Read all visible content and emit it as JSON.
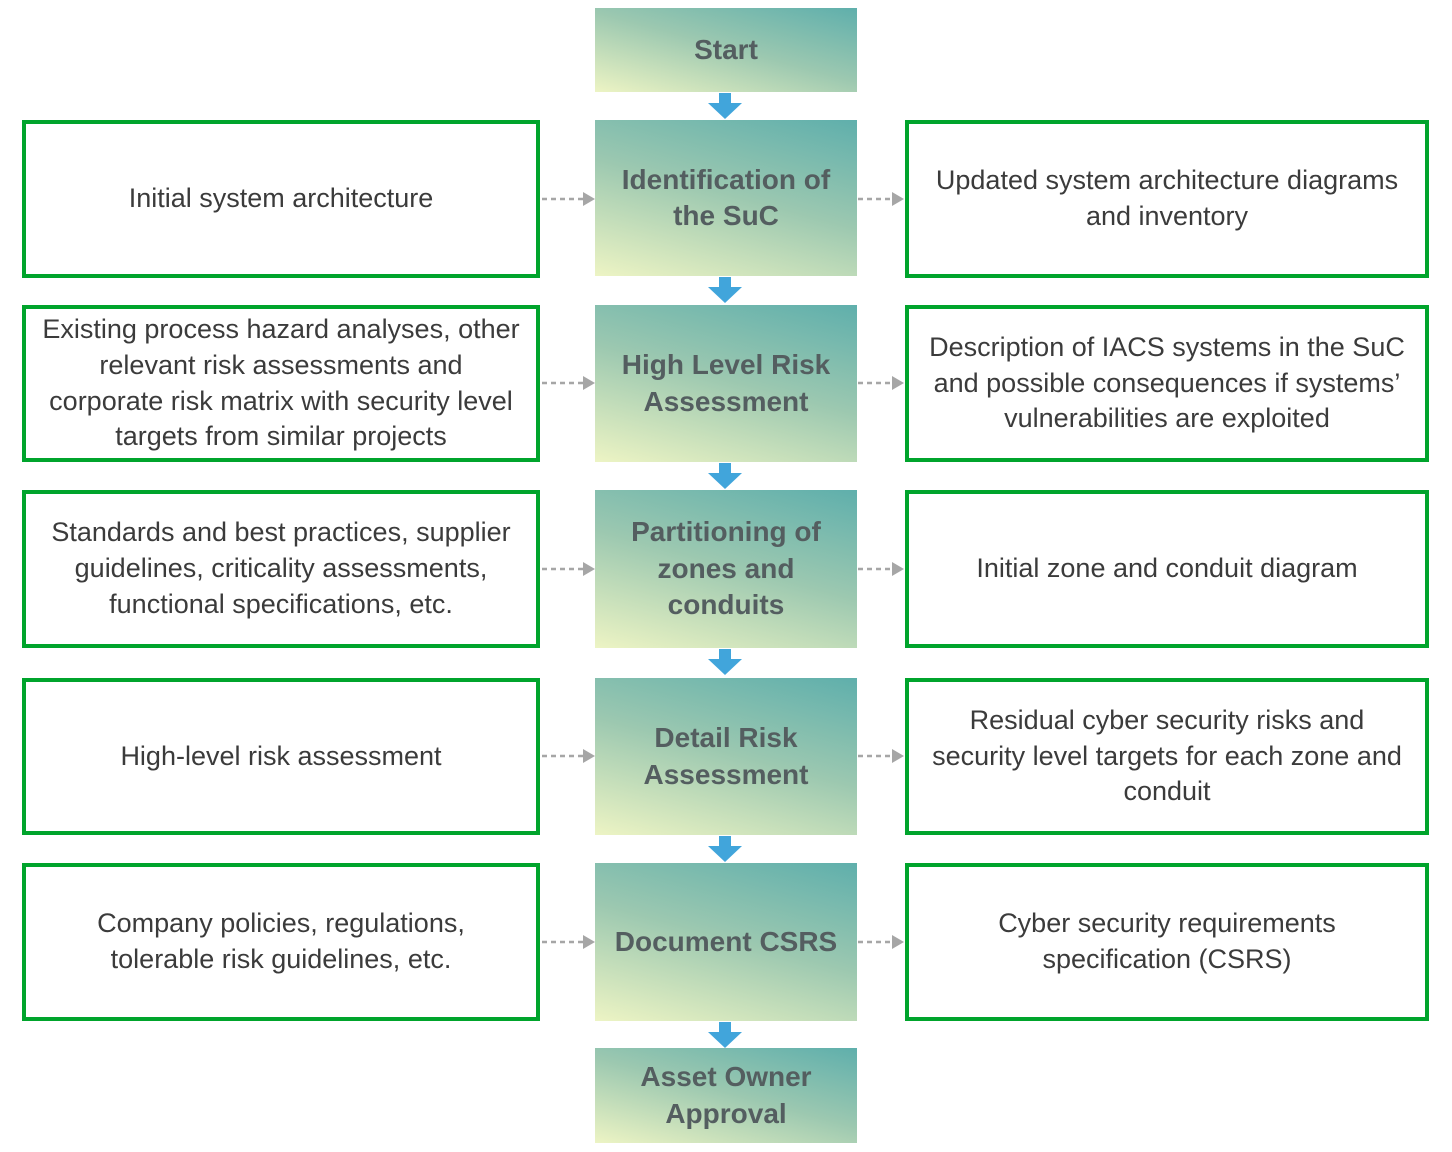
{
  "flow": {
    "start": "Start",
    "end": "Asset Owner Approval",
    "steps": [
      {
        "left": "Initial system architecture",
        "center": "Identification of the SuC",
        "right": "Updated system architecture diagrams and inventory"
      },
      {
        "left": "Existing process hazard analyses, other relevant risk assessments and corporate risk matrix with security level targets from similar projects",
        "center": "High Level Risk Assessment",
        "right": "Description of IACS systems in the SuC and possible consequences if systems’ vulnerabilities are exploited"
      },
      {
        "left": "Standards and best practices, supplier guidelines, criticality assessments, functional specifications, etc.",
        "center": "Partitioning of zones and conduits",
        "right": "Initial zone and conduit diagram"
      },
      {
        "left": "High-level risk assessment",
        "center": "Detail Risk Assessment",
        "right": "Residual cyber security risks and security level targets for each zone and conduit"
      },
      {
        "left": "Company policies, regulations, tolerable risk guidelines, etc.",
        "center": "Document CSRS",
        "right": "Cyber security requirements specification (CSRS)"
      }
    ],
    "colors": {
      "border_green": "#00A42C",
      "arrow_blue": "#41A5DB",
      "arrow_gray": "#A6A6A6",
      "gradient_top": "#5FAFAC",
      "gradient_bottom": "#EDF4C4",
      "center_text": "#545E60",
      "side_text": "#3B3B3B"
    }
  }
}
